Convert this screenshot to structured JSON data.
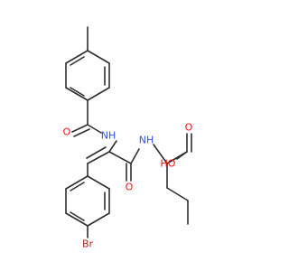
{
  "colors": {
    "bond": "#2f2f2f",
    "oxygen": "#ff0d0d",
    "nitrogen": "#3050f8",
    "bromine": "#a62929"
  },
  "labels": {
    "o_amide_top": "O",
    "nh_amide_top": "NH",
    "nh_amide_right": "NH",
    "o_amide_lower": "O",
    "o_acid_carbonyl": "O",
    "oh_acid": "HO",
    "br": "Br"
  }
}
